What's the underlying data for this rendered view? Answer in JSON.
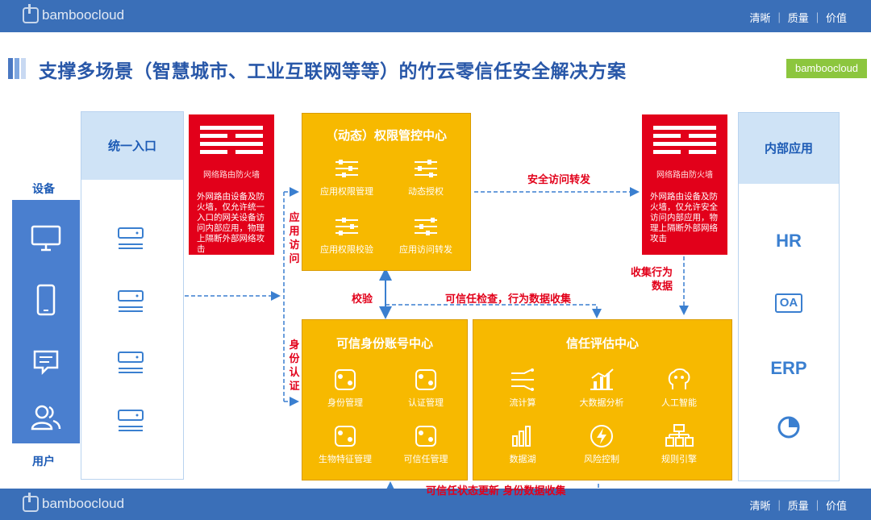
{
  "brand": {
    "name": "bamboocloud",
    "tagline": "清晰 ｜ 质量 ｜ 价值",
    "badge": "bamboocloud"
  },
  "title": "支撑多场景（智慧城市、工业互联网等等）的竹云零信任安全解决方案",
  "devices": {
    "label_top": "设备",
    "label_bottom": "用户",
    "icons": [
      "monitor-icon",
      "phone-icon",
      "chat-icon",
      "users-icon"
    ]
  },
  "entry": {
    "title": "统一入口",
    "servers": 4
  },
  "firewall_left": {
    "title": "网络路由防火墙",
    "text": "外网路由设备及防火墙，仅允许统一入口的网关设备访问内部应用，物理上隔断外部网络攻击"
  },
  "firewall_right": {
    "title": "网络路由防火墙",
    "text": "外网路由设备及防火墙，仅允许安全访问内部应用，物理上隔断外部网络攻击"
  },
  "access_control": {
    "title": "（动态）权限管控中心",
    "items": [
      "应用权限管理",
      "动态授权",
      "应用权限校验",
      "应用访问转发"
    ]
  },
  "identity_center": {
    "title": "可信身份账号中心",
    "items": [
      "身份管理",
      "认证管理",
      "生物特征管理",
      "可信任管理"
    ]
  },
  "trust_eval": {
    "title": "信任评估中心",
    "items": [
      "流计算",
      "大数据分析",
      "人工智能",
      "数据湖",
      "风险控制",
      "规则引擎"
    ]
  },
  "internal_apps": {
    "title": "内部应用",
    "apps": [
      "HR",
      "OA",
      "ERP"
    ]
  },
  "flow_labels": {
    "secure_forward": "安全访问转发",
    "app_access": "应用访问",
    "identity_auth": "身份认证",
    "verify": "校验",
    "trust_check": "可信任检查，行为数据收集",
    "collect_behavior": "收集行为数据",
    "bottom": "可信任状态更新 身份数据收集"
  },
  "colors": {
    "blue": "#3a6fb8",
    "red": "#e2001a",
    "yellow": "#f7b900",
    "green": "#8cc63e"
  }
}
